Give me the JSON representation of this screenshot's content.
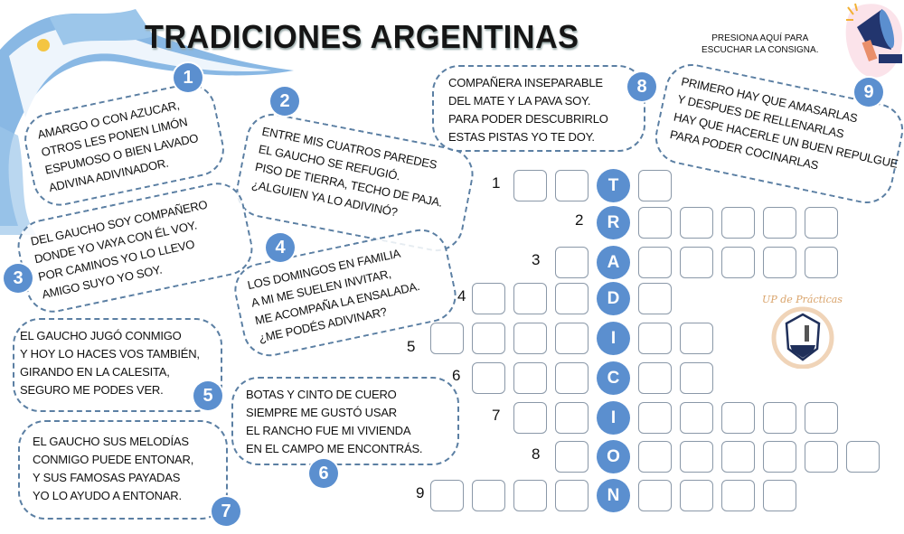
{
  "title": "TRADICIONES ARGENTINAS",
  "audio_prompt": {
    "line1": "PRESIONA AQUÍ PARA",
    "line2": "ESCUCHAR LA CONSIGNA.",
    "icon": "megaphone-icon"
  },
  "logo": {
    "text": "UP de Prácticas"
  },
  "colors": {
    "accent": "#5b8fcf",
    "dash": "#5b7fa3",
    "flag_blue": "#74acdf"
  },
  "clues": [
    {
      "number": "1",
      "lines": [
        "AMARGO O CON AZUCAR,",
        "OTROS LES PONEN LIMÓN",
        "ESPUMOSO O BIEN LAVADO",
        "ADIVINA ADIVINADOR."
      ]
    },
    {
      "number": "2",
      "lines": [
        "ENTRE MIS CUATROS PAREDES",
        "EL GAUCHO SE REFUGIÓ.",
        "PISO DE TIERRA, TECHO DE PAJA.",
        "¿ALGUIEN YA LO ADIVINÓ?"
      ]
    },
    {
      "number": "3",
      "lines": [
        "DEL GAUCHO SOY COMPAÑERO",
        "DONDE YO VAYA CON ÉL VOY.",
        "POR CAMINOS YO LO LLEVO",
        "AMIGO SUYO YO SOY."
      ]
    },
    {
      "number": "4",
      "lines": [
        "LOS DOMINGOS EN FAMILIA",
        "A MI ME SUELEN INVITAR,",
        "ME ACOMPAÑA LA ENSALADA.",
        "¿ME PODÉS ADIVINAR?"
      ]
    },
    {
      "number": "5",
      "lines": [
        "EL GAUCHO JUGÓ CONMIGO",
        "Y HOY LO HACES VOS TAMBIÉN,",
        "GIRANDO EN LA CALESITA,",
        "SEGURO ME PODES VER."
      ]
    },
    {
      "number": "6",
      "lines": [
        "BOTAS Y CINTO DE CUERO",
        "SIEMPRE ME GUSTÓ USAR",
        "EL RANCHO FUE MI VIVIENDA",
        "EN EL CAMPO ME ENCONTRÁS."
      ]
    },
    {
      "number": "7",
      "lines": [
        "EL GAUCHO SUS MELODÍAS",
        "CONMIGO PUEDE ENTONAR,",
        "Y SUS FAMOSAS PAYADAS",
        "YO LO AYUDO A ENTONAR."
      ]
    },
    {
      "number": "8",
      "lines": [
        "COMPAÑERA INSEPARABLE",
        "DEL MATE Y LA PAVA SOY.",
        "PARA PODER DESCUBRIRLO",
        "ESTAS PISTAS YO TE DOY."
      ]
    },
    {
      "number": "9",
      "lines": [
        "PRIMERO HAY QUE AMASARLAS",
        "Y DESPUES DE RELLENARLAS",
        "HAY QUE HACERLE UN BUEN REPULGUE",
        "PARA PODER COCINARLAS"
      ]
    }
  ],
  "crossword": {
    "rows": [
      {
        "number": "1",
        "letter": "T",
        "before": 2,
        "after": 1
      },
      {
        "number": "2",
        "letter": "R",
        "before": 0,
        "after": 5
      },
      {
        "number": "3",
        "letter": "A",
        "before": 1,
        "after": 5
      },
      {
        "number": "4",
        "letter": "D",
        "before": 3,
        "after": 1
      },
      {
        "number": "5",
        "letter": "I",
        "before": 4,
        "after": 2
      },
      {
        "number": "6",
        "letter": "C",
        "before": 3,
        "after": 2
      },
      {
        "number": "7",
        "letter": "I",
        "before": 2,
        "after": 5
      },
      {
        "number": "8",
        "letter": "O",
        "before": 1,
        "after": 6
      },
      {
        "number": "9",
        "letter": "N",
        "before": 4,
        "after": 4
      }
    ]
  }
}
